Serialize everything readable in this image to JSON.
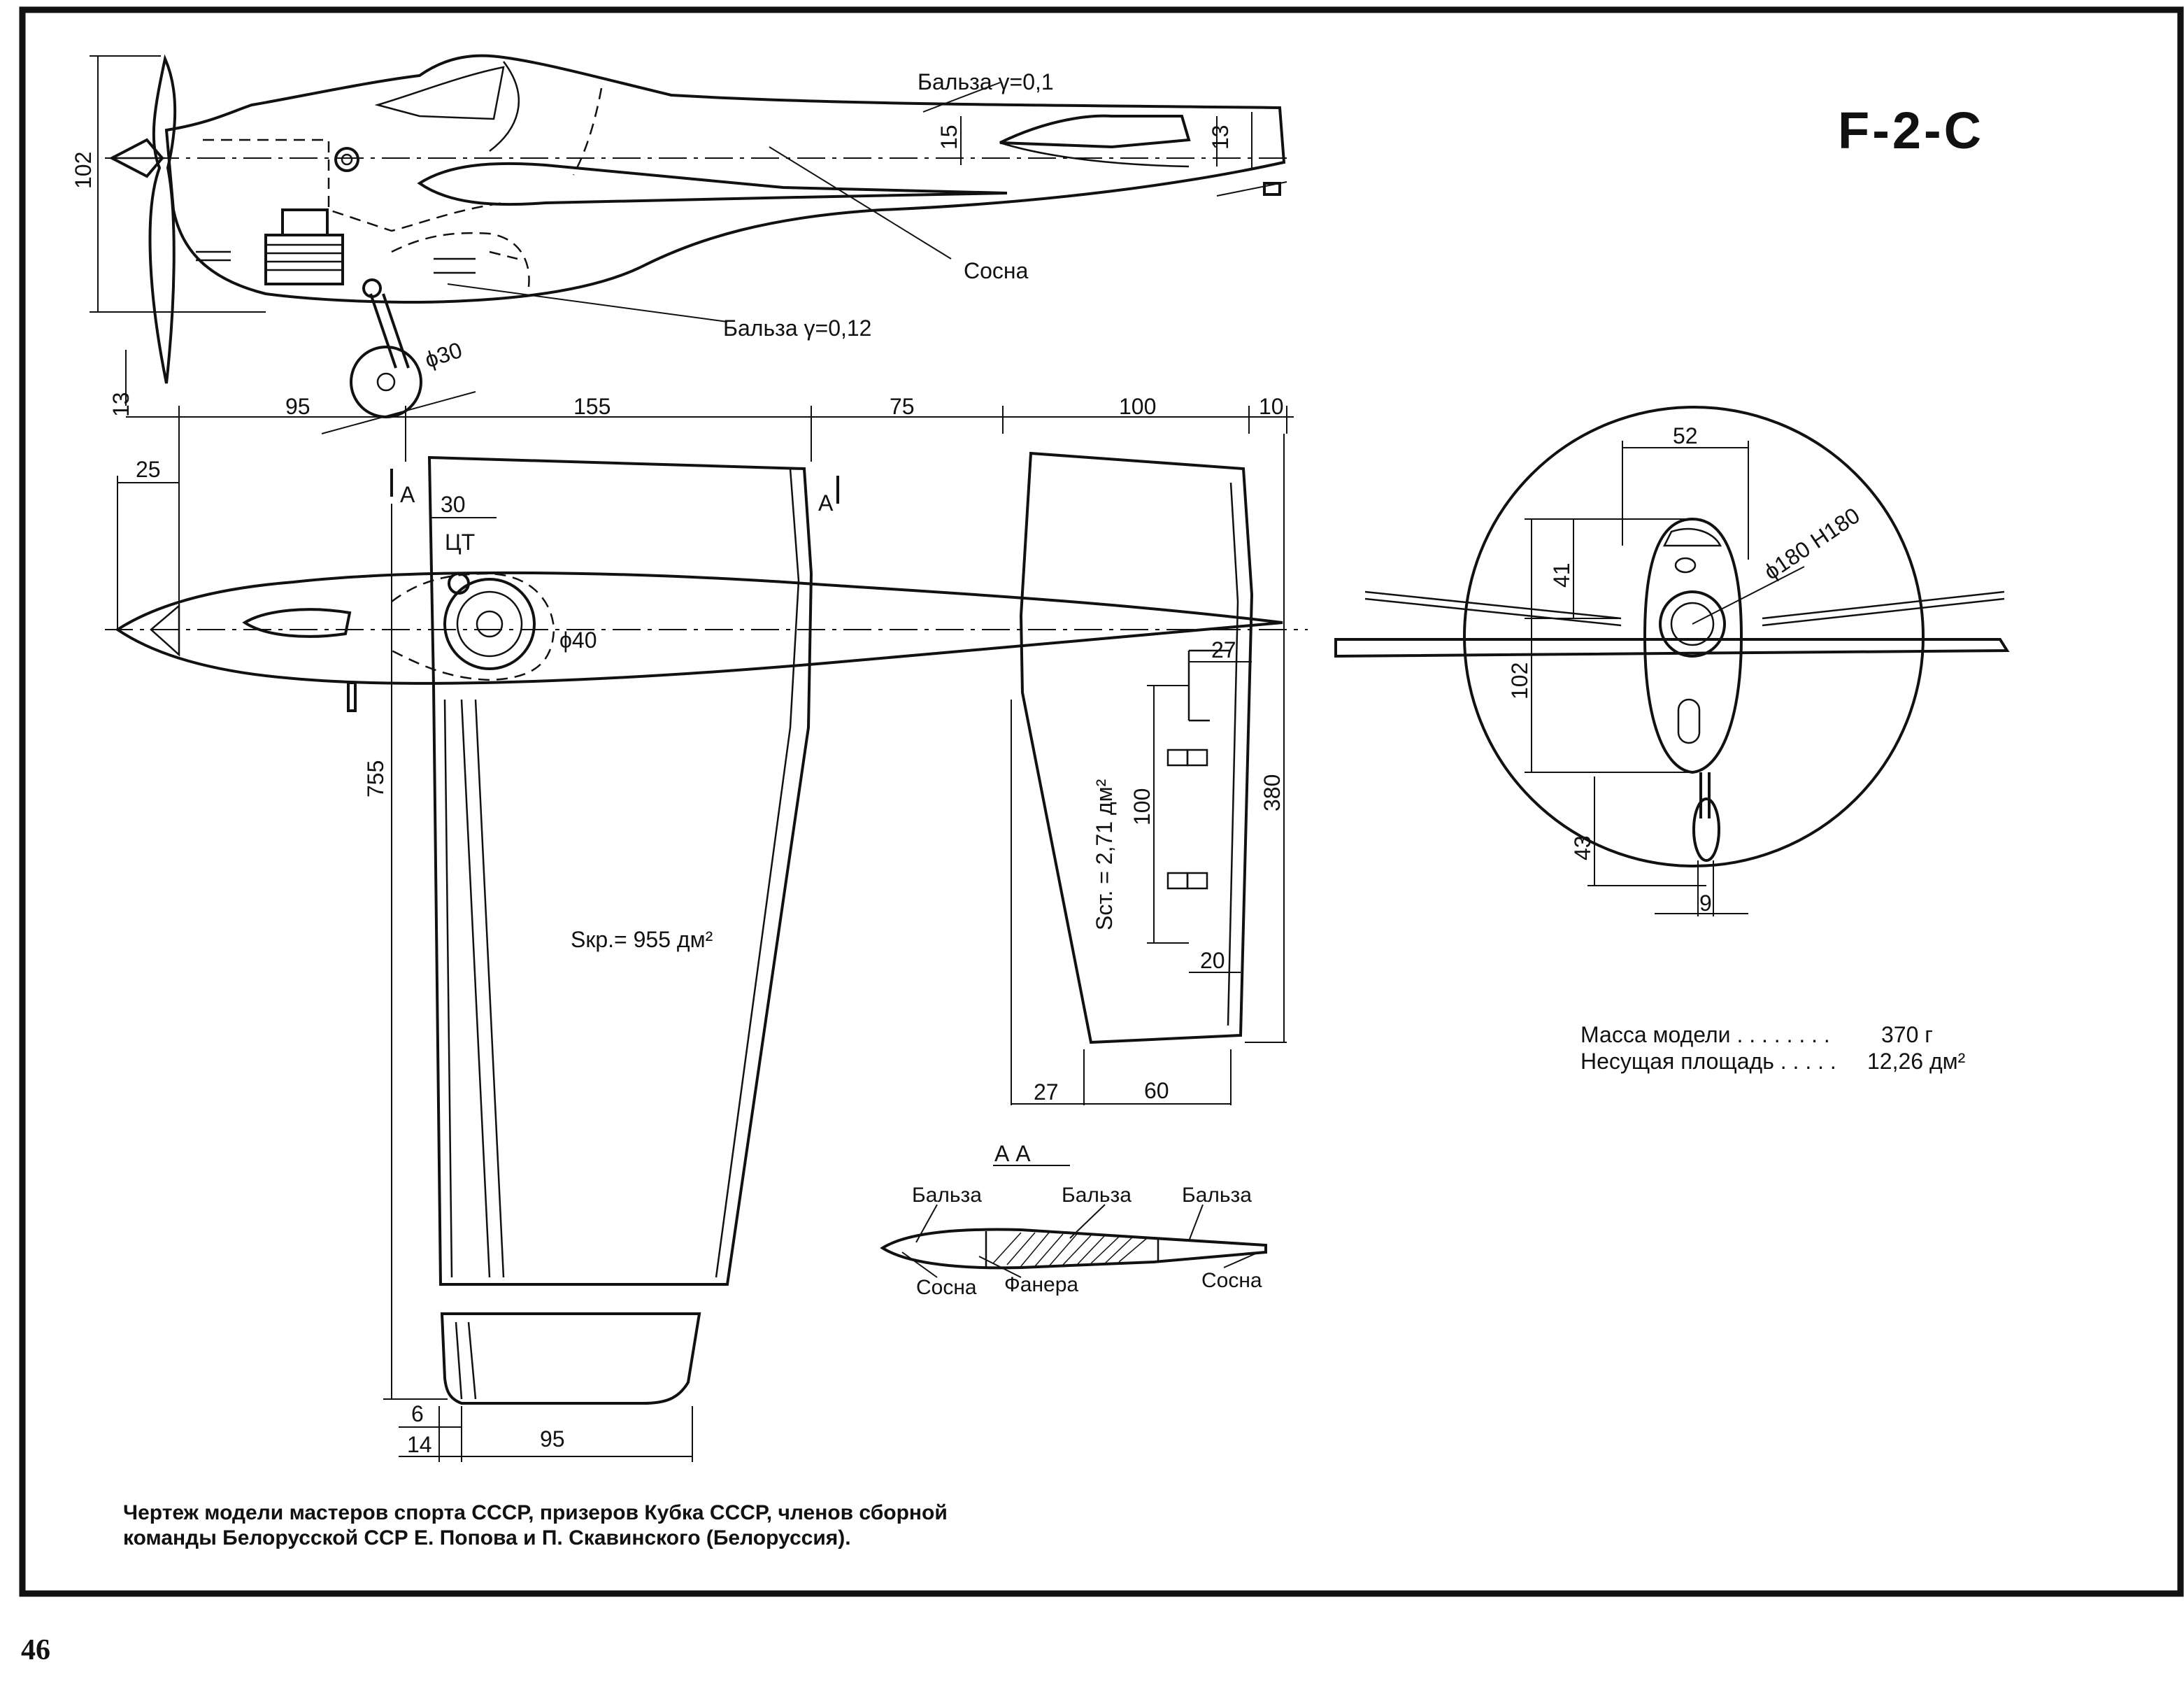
{
  "title": "F-2-C",
  "page_number": "46",
  "caption": {
    "line1": "Чертеж модели мастеров спорта СССР, призеров Кубка СССР, членов сборной",
    "line2": "команды Белорусской ССР Е. Попова и П. Скавинского (Белоруссия)."
  },
  "side_view": {
    "label_balsa_top": "Бальза γ=0,1",
    "label_pine": "Сосна",
    "label_balsa_bottom": "Бальза γ=0,12",
    "dim_height": "102",
    "dim_15": "15",
    "dim_13_tail": "13",
    "dim_wheel": "ϕ30",
    "dim_13_gear": "13"
  },
  "plan_view": {
    "dims_top": [
      "95",
      "155",
      "75",
      "100",
      "10"
    ],
    "dim_25": "25",
    "dim_30": "30",
    "cg_label": "ЦТ",
    "section_mark": "А",
    "dim_spinner": "ϕ40",
    "dim_span": "755",
    "wing_area": "Sкр.= 955 дм²",
    "dim_6": "6",
    "dim_14": "14",
    "dim_95_tip": "95"
  },
  "stabilizer": {
    "dim_27_top": "27",
    "dim_100": "100",
    "area": "Sст. = 2,71 дм²",
    "dim_380": "380",
    "dim_20": "20",
    "dim_27_bottom": "27",
    "dim_60": "60"
  },
  "section_aa": {
    "title": "А  А",
    "balsa_1": "Бальза",
    "balsa_2": "Бальза",
    "balsa_3": "Бальза",
    "pine_1": "Сосна",
    "plywood": "Фанера",
    "pine_2": "Сосна"
  },
  "front_view": {
    "dim_52": "52",
    "dim_41": "41",
    "dim_circle": "ϕ180 Н180",
    "dim_102": "102",
    "dim_43": "43",
    "dim_9": "9"
  },
  "specs": [
    {
      "label": "Масса модели . . . . . . . .",
      "value": "370 г"
    },
    {
      "label": "Несущая площадь . . . . .",
      "value": "12,26 дм²"
    }
  ]
}
